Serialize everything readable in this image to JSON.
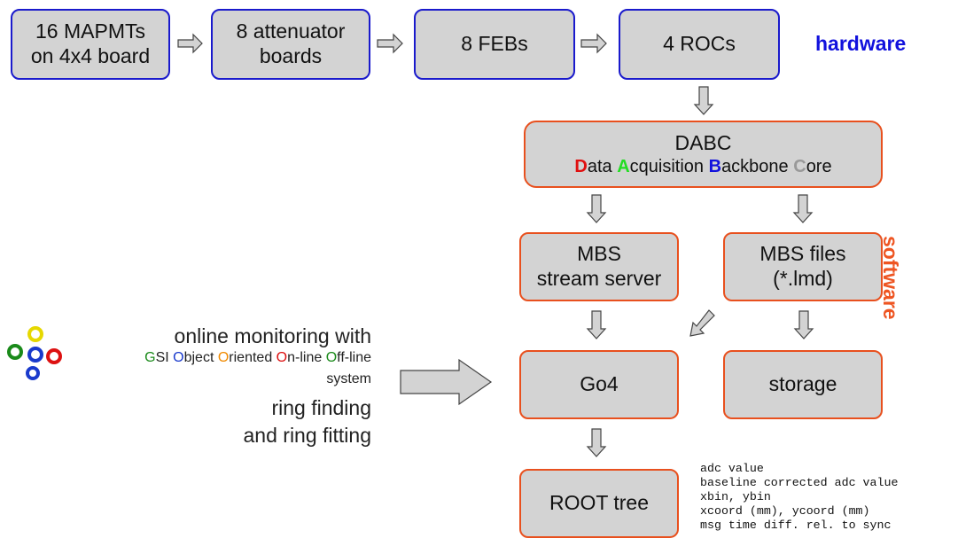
{
  "hardware": {
    "label": "hardware",
    "boxes": [
      {
        "line1": "16 MAPMTs",
        "line2": "on 4x4 board"
      },
      {
        "line1": "8 attenuator",
        "line2": "boards"
      },
      {
        "line1": "8 FEBs"
      },
      {
        "line1": "4 ROCs"
      }
    ]
  },
  "software": {
    "label": "software",
    "dabc": {
      "title": "DABC",
      "sub": [
        {
          "initial": "D",
          "rest": "ata ",
          "color": "#e01010"
        },
        {
          "initial": "A",
          "rest": "cquisition ",
          "color": "#22dd22"
        },
        {
          "initial": "B",
          "rest": "ackbone ",
          "color": "#1111dd"
        },
        {
          "initial": "C",
          "rest": "ore",
          "color": "#999999"
        }
      ]
    },
    "mbs_stream": {
      "line1": "MBS",
      "line2": "stream server"
    },
    "mbs_files": {
      "line1": "MBS files",
      "line2": "(*.lmd)"
    },
    "go4": "Go4",
    "storage": "storage",
    "root_tree": "ROOT tree"
  },
  "root_fields": [
    "adc value",
    "baseline corrected adc value",
    "xbin, ybin",
    "xcoord (mm), ycoord (mm)",
    "msg time diff. rel. to sync"
  ],
  "go4_description": {
    "line1": "online monitoring with",
    "acronym": [
      {
        "initial": "G",
        "rest": "SI ",
        "color": "#1a8a1a"
      },
      {
        "initial": "O",
        "rest": "bject ",
        "color": "#1a3acc"
      },
      {
        "initial": "O",
        "rest": "riented ",
        "color": "#f08a00"
      },
      {
        "initial": "O",
        "rest": "n-line ",
        "color": "#dd1111"
      },
      {
        "initial": "O",
        "rest": "ff-line",
        "color": "#1a8a1a"
      }
    ],
    "line3": "system",
    "line4": "ring finding",
    "line5": "and ring fitting"
  },
  "colors": {
    "hardware_border": "#1a1acc",
    "software_border": "#e8501e",
    "box_fill": "#d3d3d3"
  }
}
